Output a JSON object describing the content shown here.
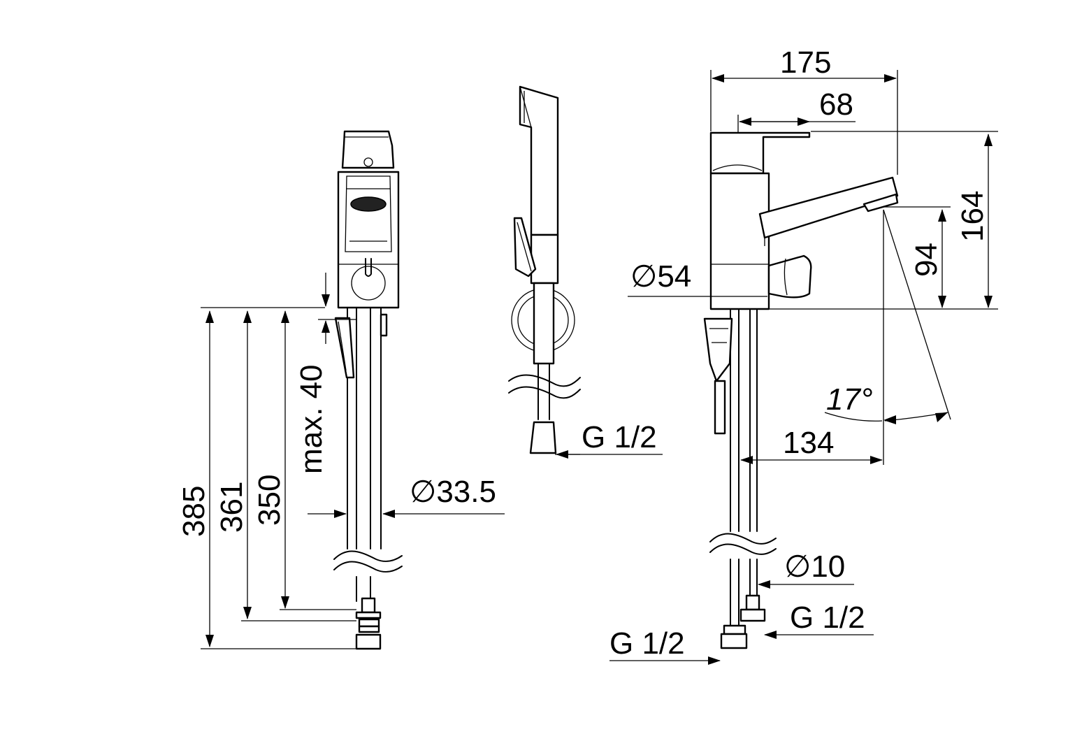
{
  "dimensions": {
    "d385": "385",
    "d361": "361",
    "d350": "350",
    "max40": "max. 40",
    "dia33": "∅33.5",
    "g12_hand": "G 1/2",
    "d175": "175",
    "d68": "68",
    "d164": "164",
    "d94": "94",
    "dia54": "∅54",
    "angle17": "17°",
    "d134": "134",
    "dia10": "∅10",
    "g12_right": "G 1/2",
    "g12_bottom": "G 1/2"
  }
}
